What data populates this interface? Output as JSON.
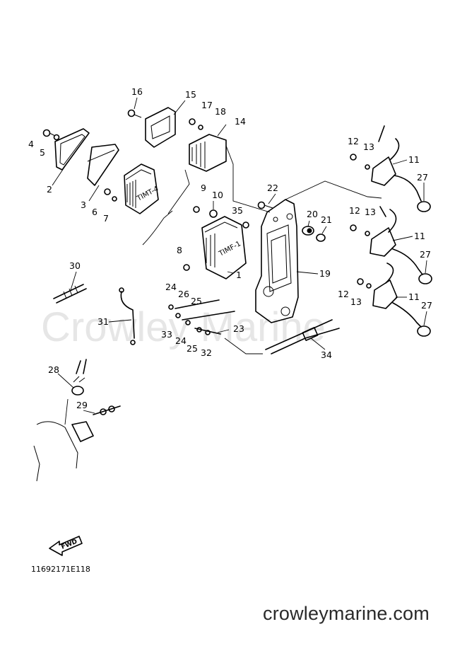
{
  "diagram": {
    "callouts": [
      {
        "id": "c16",
        "text": "16"
      },
      {
        "id": "c15",
        "text": "15"
      },
      {
        "id": "c17",
        "text": "17"
      },
      {
        "id": "c18",
        "text": "18"
      },
      {
        "id": "c14",
        "text": "14"
      },
      {
        "id": "c4",
        "text": "4"
      },
      {
        "id": "c5",
        "text": "5"
      },
      {
        "id": "c2",
        "text": "2"
      },
      {
        "id": "c3",
        "text": "3"
      },
      {
        "id": "c6",
        "text": "6"
      },
      {
        "id": "c7",
        "text": "7"
      },
      {
        "id": "c9",
        "text": "9"
      },
      {
        "id": "c10",
        "text": "10"
      },
      {
        "id": "c35",
        "text": "35"
      },
      {
        "id": "c22",
        "text": "22"
      },
      {
        "id": "c20",
        "text": "20"
      },
      {
        "id": "c21",
        "text": "21"
      },
      {
        "id": "c8",
        "text": "8"
      },
      {
        "id": "c1",
        "text": "1"
      },
      {
        "id": "c19",
        "text": "19"
      },
      {
        "id": "c12a",
        "text": "12"
      },
      {
        "id": "c13a",
        "text": "13"
      },
      {
        "id": "c11a",
        "text": "11"
      },
      {
        "id": "c27a",
        "text": "27"
      },
      {
        "id": "c12b",
        "text": "12"
      },
      {
        "id": "c13b",
        "text": "13"
      },
      {
        "id": "c11b",
        "text": "11"
      },
      {
        "id": "c27b",
        "text": "27"
      },
      {
        "id": "c12c",
        "text": "12"
      },
      {
        "id": "c13c",
        "text": "13"
      },
      {
        "id": "c11c",
        "text": "11"
      },
      {
        "id": "c27c",
        "text": "27"
      },
      {
        "id": "c30",
        "text": "30"
      },
      {
        "id": "c24a",
        "text": "24"
      },
      {
        "id": "c26",
        "text": "26"
      },
      {
        "id": "c25a",
        "text": "25"
      },
      {
        "id": "c31",
        "text": "31"
      },
      {
        "id": "c33",
        "text": "33"
      },
      {
        "id": "c24b",
        "text": "24"
      },
      {
        "id": "c25b",
        "text": "25"
      },
      {
        "id": "c32",
        "text": "32"
      },
      {
        "id": "c23",
        "text": "23"
      },
      {
        "id": "c34",
        "text": "34"
      },
      {
        "id": "c28",
        "text": "28"
      },
      {
        "id": "c29",
        "text": "29"
      }
    ],
    "fwd_label": "FWD",
    "part_code": "11692171E118",
    "watermark": "Crowley Marine",
    "website": "crowleymarine.com"
  }
}
